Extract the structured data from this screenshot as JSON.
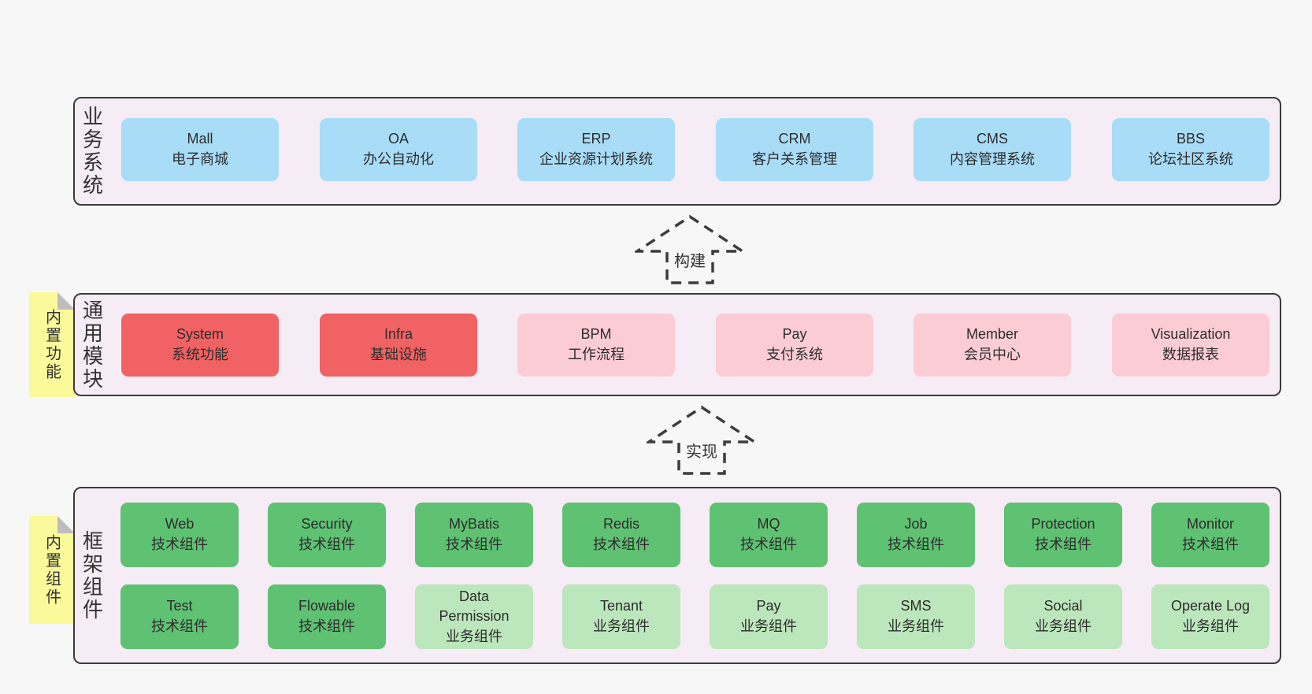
{
  "diagram": {
    "background_color": "#f7f7f7",
    "panel_fill": "#f6ecf5",
    "panel_border_color": "#3b3b3b",
    "colors": {
      "blue": "#a8dcf7",
      "red": "#f06263",
      "pink": "#fbccd4",
      "green": "#5fc172",
      "light_green": "#bce6bb",
      "tab_yellow": "#fafa9a",
      "fold_gray": "#bdbdbd",
      "text": "#2d2d2d"
    }
  },
  "panels": [
    {
      "label": "业务系统",
      "boxes": [
        {
          "en": "Mall",
          "zh": "电子商城",
          "variant": "blue"
        },
        {
          "en": "OA",
          "zh": "办公自动化",
          "variant": "blue"
        },
        {
          "en": "ERP",
          "zh": "企业资源计划系统",
          "variant": "blue"
        },
        {
          "en": "CRM",
          "zh": "客户关系管理",
          "variant": "blue"
        },
        {
          "en": "CMS",
          "zh": "内容管理系统",
          "variant": "blue"
        },
        {
          "en": "BBS",
          "zh": "论坛社区系统",
          "variant": "blue"
        }
      ]
    },
    {
      "label": "通用模块",
      "tab": "内置功能",
      "boxes": [
        {
          "en": "System",
          "zh": "系统功能",
          "variant": "red"
        },
        {
          "en": "Infra",
          "zh": "基础设施",
          "variant": "red"
        },
        {
          "en": "BPM",
          "zh": "工作流程",
          "variant": "pink"
        },
        {
          "en": "Pay",
          "zh": "支付系统",
          "variant": "pink"
        },
        {
          "en": "Member",
          "zh": "会员中心",
          "variant": "pink"
        },
        {
          "en": "Visualization",
          "zh": "数据报表",
          "variant": "pink"
        }
      ]
    },
    {
      "label": "框架组件",
      "tab": "内置组件",
      "rows": [
        [
          {
            "en": "Web",
            "zh": "技术组件",
            "variant": "green"
          },
          {
            "en": "Security",
            "zh": "技术组件",
            "variant": "green"
          },
          {
            "en": "MyBatis",
            "zh": "技术组件",
            "variant": "green"
          },
          {
            "en": "Redis",
            "zh": "技术组件",
            "variant": "green"
          },
          {
            "en": "MQ",
            "zh": "技术组件",
            "variant": "green"
          },
          {
            "en": "Job",
            "zh": "技术组件",
            "variant": "green"
          },
          {
            "en": "Protection",
            "zh": "技术组件",
            "variant": "green"
          },
          {
            "en": "Monitor",
            "zh": "技术组件",
            "variant": "green"
          }
        ],
        [
          {
            "en": "Test",
            "zh": "技术组件",
            "variant": "green"
          },
          {
            "en": "Flowable",
            "zh": "技术组件",
            "variant": "green"
          },
          {
            "en": "Data Permission",
            "zh": "业务组件",
            "variant": "light_green"
          },
          {
            "en": "Tenant",
            "zh": "业务组件",
            "variant": "light_green"
          },
          {
            "en": "Pay",
            "zh": "业务组件",
            "variant": "light_green"
          },
          {
            "en": "SMS",
            "zh": "业务组件",
            "variant": "light_green"
          },
          {
            "en": "Social",
            "zh": "业务组件",
            "variant": "light_green"
          },
          {
            "en": "Operate Log",
            "zh": "业务组件",
            "variant": "light_green"
          }
        ]
      ]
    }
  ],
  "arrows": [
    {
      "label": "构建"
    },
    {
      "label": "实现"
    }
  ]
}
